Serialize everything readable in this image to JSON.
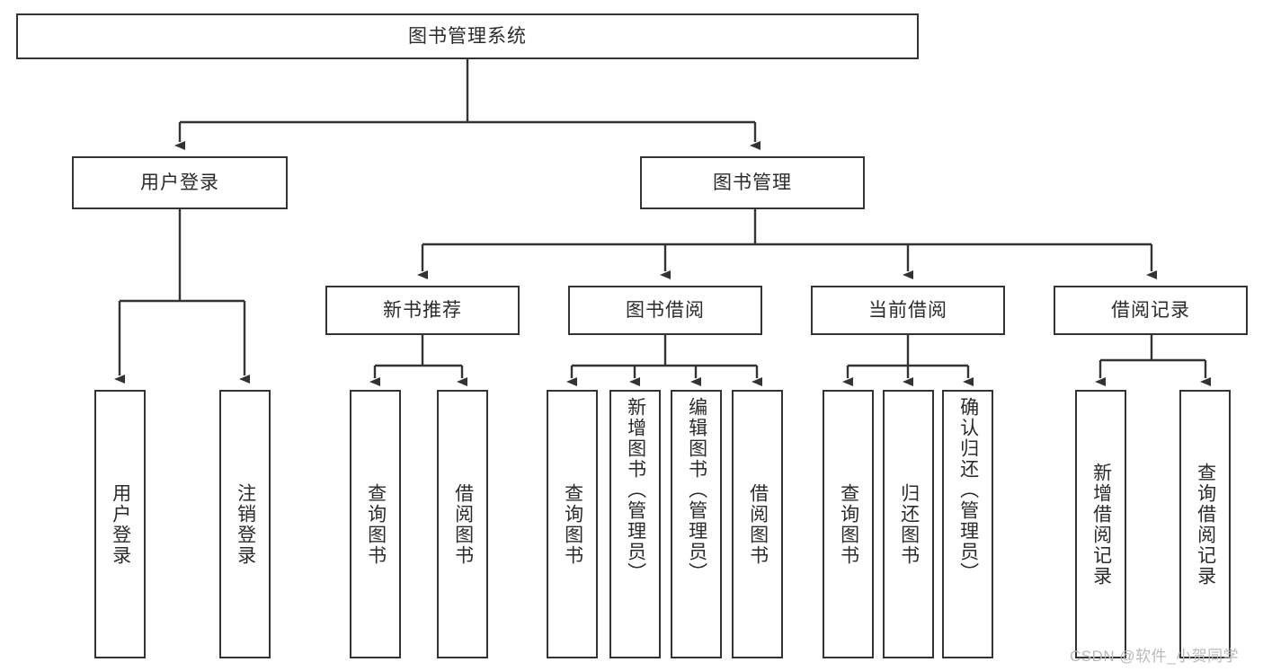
{
  "diagram": {
    "title": "图书管理系统",
    "type": "tree-hierarchy-chart",
    "root": {
      "label": "图书管理系统"
    },
    "level2": [
      {
        "label": "用户登录"
      },
      {
        "label": "图书管理"
      }
    ],
    "level3": [
      {
        "label": "新书推荐"
      },
      {
        "label": "图书借阅"
      },
      {
        "label": "当前借阅"
      },
      {
        "label": "借阅记录"
      }
    ],
    "leaves": {
      "user_login": [
        {
          "label": "用户登录"
        },
        {
          "label": "注销登录"
        }
      ],
      "new_book_recommend": [
        {
          "label": "查询图书"
        },
        {
          "label": "借阅图书"
        }
      ],
      "book_borrow": [
        {
          "label": "查询图书"
        },
        {
          "label": "新增图书（管理员）"
        },
        {
          "label": "编辑图书（管理员）"
        },
        {
          "label": "借阅图书"
        }
      ],
      "current_borrow": [
        {
          "label": "查询图书"
        },
        {
          "label": "归还图书"
        },
        {
          "label": "确认归还（管理员）"
        }
      ],
      "borrow_record": [
        {
          "label": "新增借阅记录"
        },
        {
          "label": "查询借阅记录"
        }
      ]
    }
  },
  "watermark": {
    "text": "CSDN @软件_小贺同学"
  },
  "colors": {
    "box_border": "#333333",
    "box_fill": "#ffffff",
    "text": "#2b2b2b",
    "connector": "#333333",
    "watermark": "#b9b9b9"
  }
}
